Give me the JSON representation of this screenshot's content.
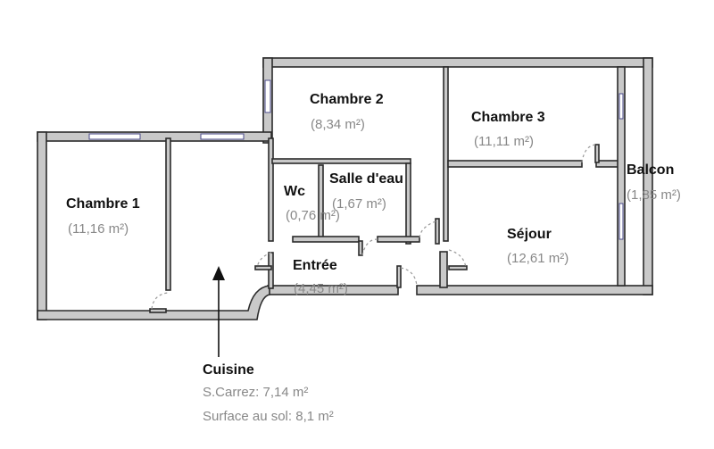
{
  "rooms": {
    "chambre1": {
      "name": "Chambre 1",
      "area": "(11,16 m²)"
    },
    "chambre2": {
      "name": "Chambre 2",
      "area": "(8,34 m²)"
    },
    "chambre3": {
      "name": "Chambre 3",
      "area": "(11,11 m²)"
    },
    "balcon": {
      "name": "Balcon",
      "area": "(1,85 m²)"
    },
    "wc": {
      "name": "Wc",
      "area": "(0,76 m²)"
    },
    "salle_deau": {
      "name": "Salle d'eau",
      "area": "(1,67 m²)"
    },
    "sejour": {
      "name": "Séjour",
      "area": "(12,61 m²)"
    },
    "entree": {
      "name": "Entrée",
      "area": "(4,45 m²)"
    }
  },
  "cuisine": {
    "name": "Cuisine",
    "carrez": "S.Carrez: 7,14 m²",
    "sol": "Surface au sol: 8,1 m²"
  },
  "colors": {
    "wall": "#c9c9c9",
    "outline": "#2b2b2b",
    "area_text": "#888888"
  }
}
